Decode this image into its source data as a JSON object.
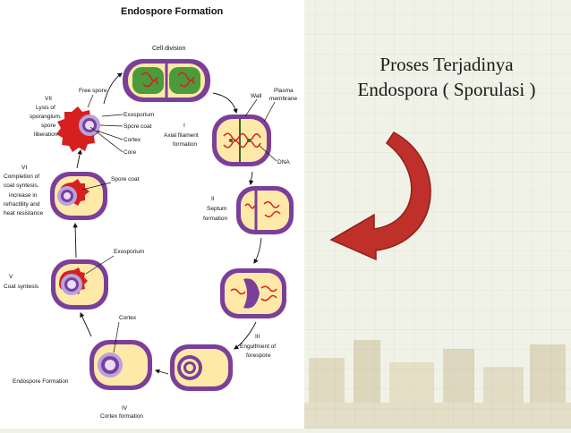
{
  "slide": {
    "title_line1": "Proses Terjadinya",
    "title_line2": "Endospora ( Sporulasi )",
    "colors": {
      "background": "#f1f2e7",
      "arrow": "#c0302a",
      "cell_fill": "#ffe9a8",
      "cell_wall": "#7b3f99",
      "spore": "#8a5fc8",
      "coat": "#d62020"
    }
  },
  "diagram": {
    "heading": "Endospore Formation",
    "stages": {
      "cell_division": "Cell division",
      "i": [
        "I",
        "Axial filament",
        "formation"
      ],
      "ii": [
        "II",
        "Septum",
        "formation"
      ],
      "iii": [
        "III",
        "Engulfment of",
        "forespore"
      ],
      "iv": [
        "IV",
        "Cortex formation"
      ],
      "v": [
        "V",
        "Coat syntesis"
      ],
      "vi": [
        "VI",
        "Completion of",
        "coat syntesis,",
        "increase in",
        "refractility and",
        "heat resistance"
      ],
      "vii": [
        "VII",
        "Lysis of",
        "sporangium,",
        "spore",
        "liberation"
      ]
    },
    "labels": {
      "wall": "Wall",
      "plasma_membrane": [
        "Plasma",
        "membrane"
      ],
      "dna": "DNA",
      "free_spore": "Free spore",
      "exosporium": "Exosporium",
      "spore_coat": "Spore coat",
      "cortex": "Cortex",
      "core": "Core",
      "spore_coat_vi": "Spore coat",
      "exosporium_v": "Exosporium",
      "cortex_iv": "Cortex",
      "endospore_formation": "Endospore Formation"
    }
  }
}
